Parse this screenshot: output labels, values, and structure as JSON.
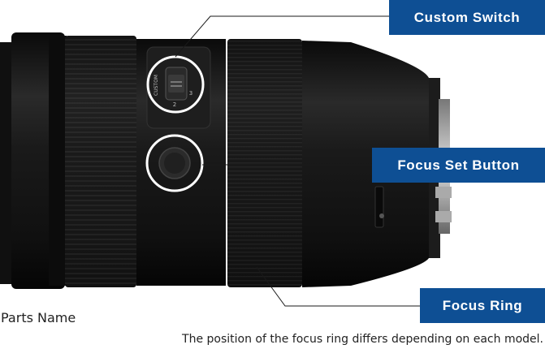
{
  "callouts": {
    "custom_switch": "Custom Switch",
    "focus_set_button": "Focus Set Button",
    "focus_ring": "Focus Ring"
  },
  "lens_marks": {
    "custom": "CUSTOM",
    "pos_2": "2",
    "pos_3": "3"
  },
  "caption": {
    "parts_name": "Parts Name",
    "note": "The position of the focus ring differs depending on each model."
  },
  "colors": {
    "callout_bg": "#0e4f94",
    "lens_body": "#141414"
  }
}
